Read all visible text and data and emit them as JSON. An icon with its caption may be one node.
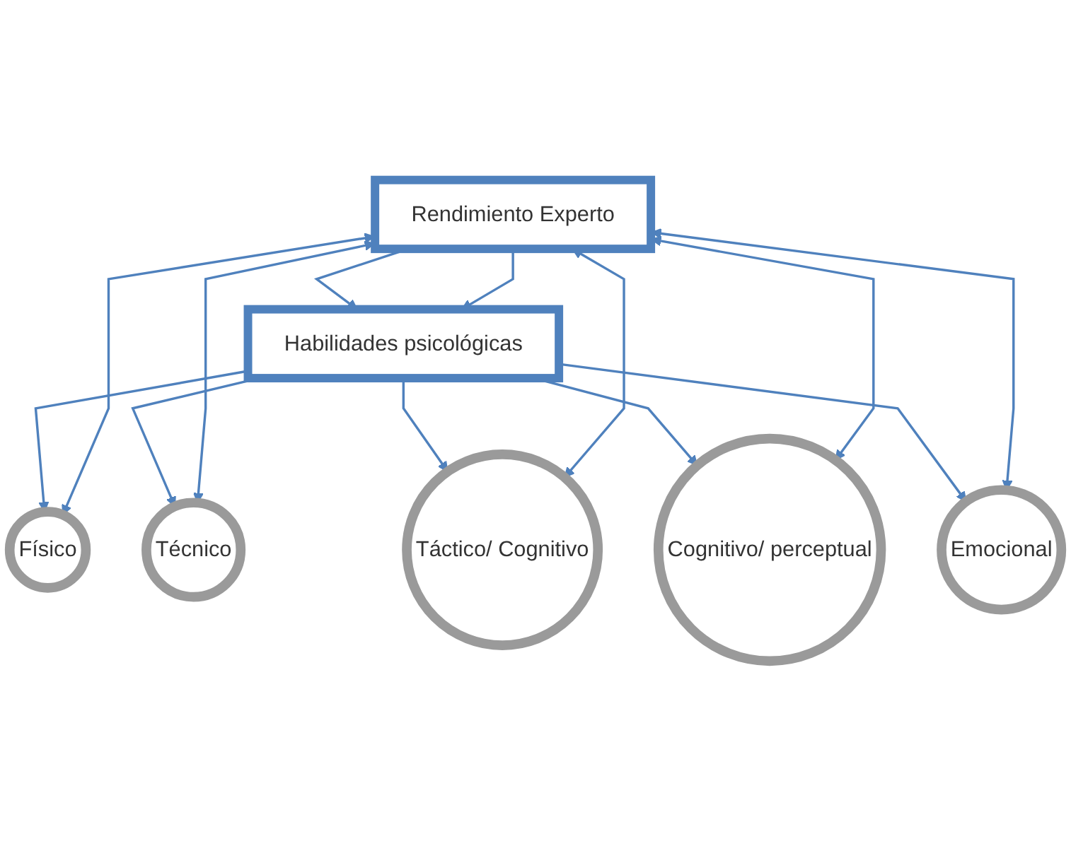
{
  "diagram": {
    "nodes": [
      {
        "text": [
          "Habilidades psicológicas"
        ]
      },
      {
        "text": [
          "Físico"
        ]
      },
      {
        "text": [
          "Técnico"
        ]
      },
      {
        "text": [
          "Táctico/ Cognitivo"
        ]
      },
      {
        "text": [
          "Cognitivo/ perceptual"
        ]
      },
      {
        "text": [
          "Emocional"
        ]
      },
      {
        "text": [
          "Rendimiento Experto"
        ]
      }
    ],
    "edges": [
      {
        "from": 0,
        "to": 1,
        "arrow": "to"
      },
      {
        "from": 0,
        "to": 2,
        "arrow": "to"
      },
      {
        "from": 0,
        "to": 3,
        "arrow": "to"
      },
      {
        "from": 0,
        "to": 4,
        "arrow": "to"
      },
      {
        "from": 0,
        "to": 5,
        "arrow": "to"
      },
      {
        "from": 6,
        "to": 1,
        "arrow": "both"
      },
      {
        "from": 6,
        "to": 2,
        "arrow": "both"
      },
      {
        "from": 6,
        "to": 3,
        "arrow": "both"
      },
      {
        "from": 6,
        "to": 4,
        "arrow": "both"
      },
      {
        "from": 6,
        "to": 5,
        "arrow": "both"
      },
      {
        "from": 6,
        "to": 0,
        "arrow": "to"
      },
      {
        "from": 6,
        "to": 0,
        "arrow": "to"
      }
    ]
  }
}
